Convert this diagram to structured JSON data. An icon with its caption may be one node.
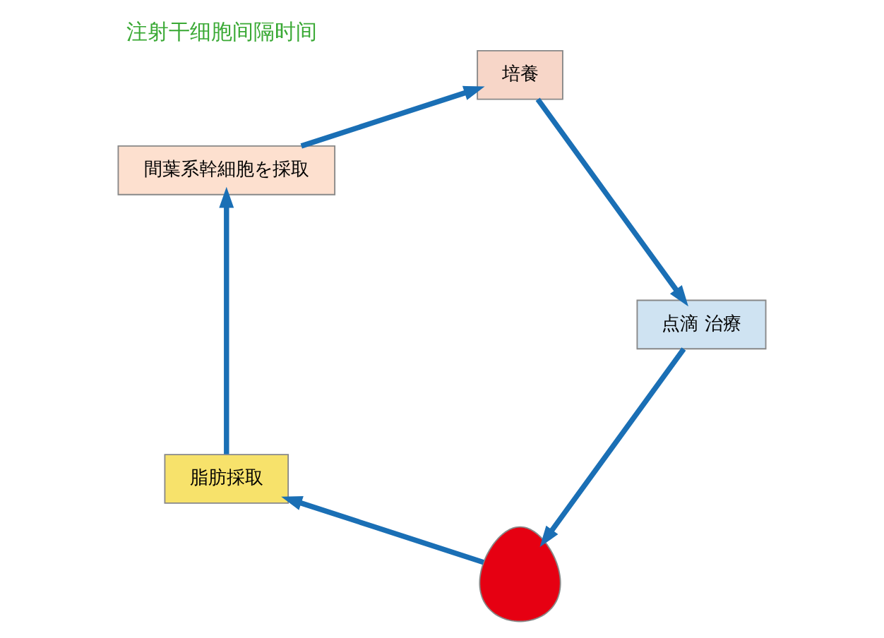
{
  "diagram": {
    "title": "注射干细胞间隔时间",
    "nodes": [
      {
        "text": [],
        "shape": "person"
      },
      {
        "text": [
          "脂肪採取"
        ]
      },
      {
        "text": [
          "間葉系幹細胞を採取"
        ]
      },
      {
        "text": [
          "培養"
        ]
      },
      {
        "text": [
          "点滴 治療"
        ]
      }
    ],
    "edges": [
      {
        "from": 0,
        "to": 1,
        "arrow": "to"
      },
      {
        "from": 1,
        "to": 2,
        "arrow": "to"
      },
      {
        "from": 2,
        "to": 3,
        "arrow": "to"
      },
      {
        "from": 3,
        "to": 4,
        "arrow": "to"
      },
      {
        "from": 4,
        "to": 0,
        "arrow": "to"
      }
    ]
  }
}
